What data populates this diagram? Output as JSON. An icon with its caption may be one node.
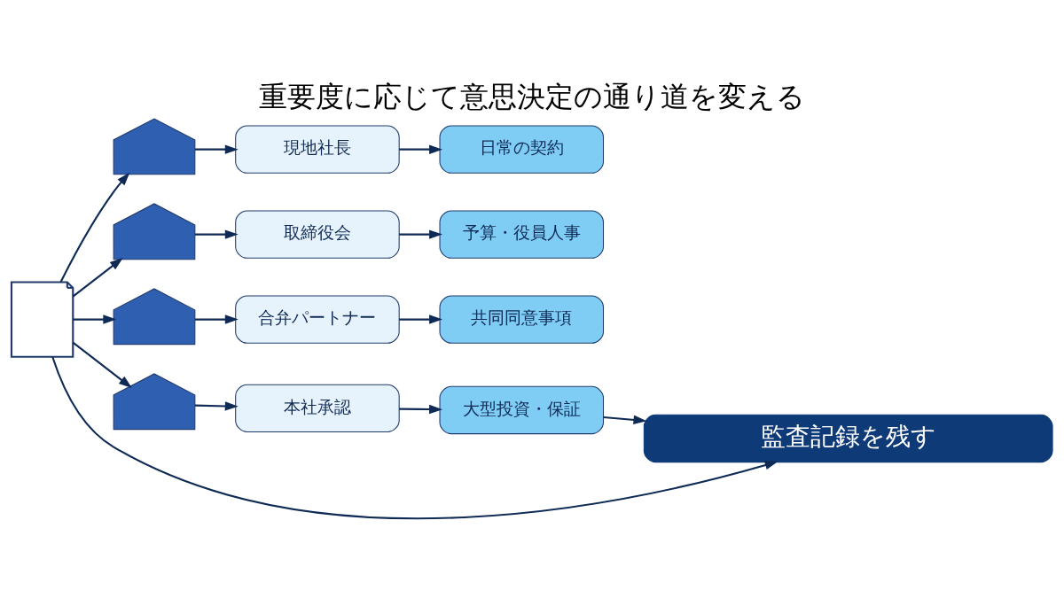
{
  "diagram": {
    "title": "重要度に応じて意思決定の通り道を変える",
    "nodes": [
      {
        "text": [],
        "shape": "document"
      },
      {
        "text": [],
        "shape": "picture"
      },
      {
        "text": [
          "現地社長"
        ]
      },
      {
        "text": [
          "日常の契約"
        ]
      },
      {
        "text": [],
        "shape": "picture"
      },
      {
        "text": [
          "取締役会"
        ]
      },
      {
        "text": [
          "予算・役員人事"
        ]
      },
      {
        "text": [],
        "shape": "picture"
      },
      {
        "text": [
          "合弁パートナー"
        ]
      },
      {
        "text": [
          "共同同意事項"
        ]
      },
      {
        "text": [],
        "shape": "picture"
      },
      {
        "text": [
          "本社承認"
        ]
      },
      {
        "text": [
          "大型投資・保証"
        ]
      },
      {
        "text": [
          "監査記録を残す"
        ]
      }
    ],
    "edges": [
      {
        "from": 0,
        "to": 1,
        "arrow": "to"
      },
      {
        "from": 0,
        "to": 4,
        "arrow": "to"
      },
      {
        "from": 0,
        "to": 7,
        "arrow": "to"
      },
      {
        "from": 0,
        "to": 10,
        "arrow": "to"
      },
      {
        "from": 1,
        "to": 2,
        "arrow": "to"
      },
      {
        "from": 2,
        "to": 3,
        "arrow": "to"
      },
      {
        "from": 4,
        "to": 5,
        "arrow": "to"
      },
      {
        "from": 5,
        "to": 6,
        "arrow": "to"
      },
      {
        "from": 7,
        "to": 8,
        "arrow": "to"
      },
      {
        "from": 8,
        "to": 9,
        "arrow": "to"
      },
      {
        "from": 10,
        "to": 11,
        "arrow": "to"
      },
      {
        "from": 11,
        "to": 12,
        "arrow": "to"
      },
      {
        "from": 0,
        "to": 13,
        "arrow": "to"
      },
      {
        "from": 12,
        "to": 13,
        "arrow": "to"
      }
    ]
  }
}
